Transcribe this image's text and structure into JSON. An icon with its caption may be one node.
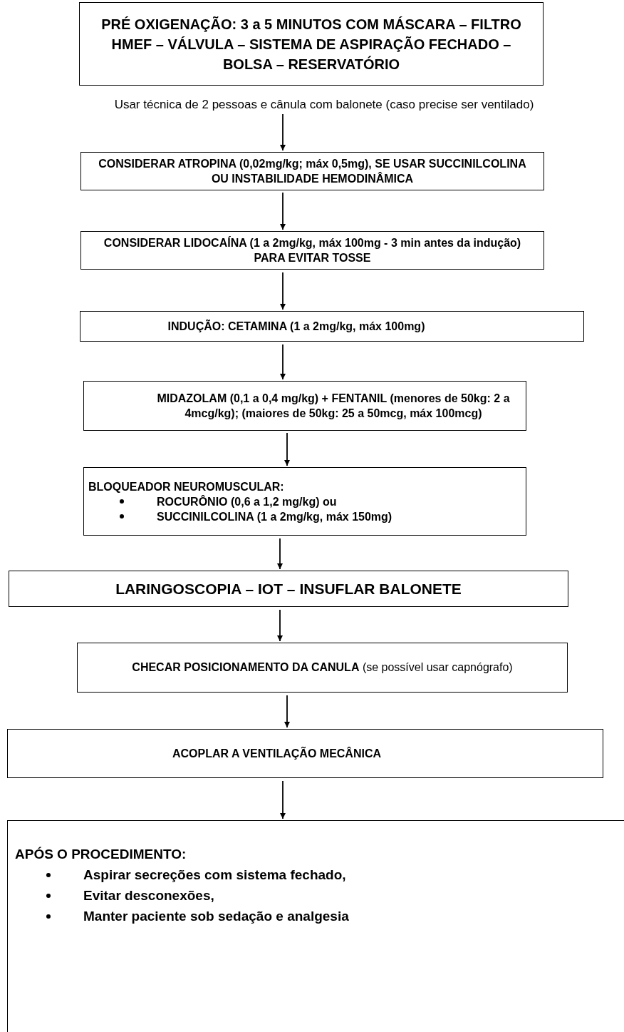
{
  "diagram": {
    "nodes": [
      {
        "text": [
          "PRÉ OXIGENAÇÃO: 3 a 5 MINUTOS COM MÁSCARA – FILTRO HMEF – VÁLVULA – SISTEMA DE ASPIRAÇÃO FECHADO – BOLSA – RESERVATÓRIO"
        ],
        "beside": [
          "Usar técnica de 2 pessoas e cânula com balonete (caso precise ser ventilado)"
        ]
      },
      {
        "text": [
          "CONSIDERAR ATROPINA (0,02mg/kg; máx 0,5mg), SE USAR SUCCINILCOLINA OU INSTABILIDADE HEMODINÂMICA"
        ]
      },
      {
        "text": [
          "CONSIDERAR LIDOCAÍNA (1 a 2mg/kg, máx 100mg - 3 min antes da indução) PARA EVITAR TOSSE"
        ]
      },
      {
        "text": [
          "INDUÇÃO: CETAMINA (1 a 2mg/kg, máx 100mg)"
        ]
      },
      {
        "text": [
          "MIDAZOLAM (0,1 a 0,4 mg/kg) + FENTANIL (menores de 50kg: 2 a 4mcg/kg); (maiores de 50kg: 25 a 50mcg, máx 100mcg)"
        ]
      },
      {
        "text": [
          "BLOQUEADOR NEUROMUSCULAR:",
          "ROCURÔNIO (0,6 a 1,2 mg/kg) ou",
          "SUCCINILCOLINA (1 a 2mg/kg, máx 150mg)"
        ]
      },
      {
        "text": [
          "LARINGOSCOPIA – IOT – INSUFLAR BALONETE"
        ]
      },
      {
        "text": [
          "**CHECAR POSICIONAMENTO DA CANULA** (se possível usar capnógrafo)"
        ]
      },
      {
        "text": [
          "ACOPLAR A VENTILAÇÃO MECÂNICA"
        ]
      },
      {
        "text": [
          "APÓS O PROCEDIMENTO:",
          "Aspirar secreções com sistema fechado,",
          "Evitar desconexões,",
          "Manter paciente sob sedação e analgesia"
        ]
      }
    ],
    "edges": [
      {
        "from": 0,
        "to": 1,
        "arrow": "to"
      },
      {
        "from": 1,
        "to": 2,
        "arrow": "to"
      },
      {
        "from": 2,
        "to": 3,
        "arrow": "to"
      },
      {
        "from": 3,
        "to": 4,
        "arrow": "to"
      },
      {
        "from": 4,
        "to": 5,
        "arrow": "to"
      },
      {
        "from": 5,
        "to": 6,
        "arrow": "to"
      },
      {
        "from": 6,
        "to": 7,
        "arrow": "to"
      },
      {
        "from": 7,
        "to": 8,
        "arrow": "to"
      },
      {
        "from": 8,
        "to": 9,
        "arrow": "to"
      }
    ]
  }
}
